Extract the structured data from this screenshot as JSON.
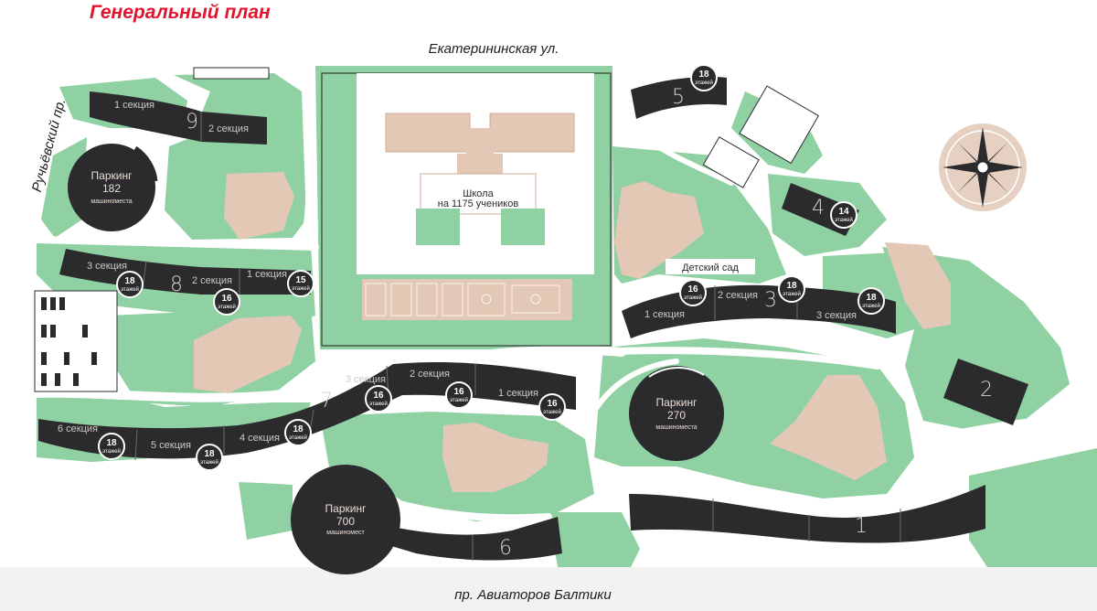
{
  "title": "Генеральный план",
  "streets": {
    "north": "Екатерининская ул.",
    "west": "Ручьёвский пр.",
    "south": "пр. Авиаторов Балтики"
  },
  "colors": {
    "green": "#8fd1a2",
    "beige": "#e3c8b5",
    "dark": "#2b2b2d",
    "title": "#e0142e"
  },
  "school": {
    "name": "Школа",
    "capacity": "на 1175 учеников"
  },
  "kindergarten": {
    "name": "Детский сад"
  },
  "parkings": [
    {
      "name": "Паркинг",
      "spaces": "182",
      "unit": "машиноместа"
    },
    {
      "name": "Паркинг",
      "spaces": "270",
      "unit": "машиноместа"
    },
    {
      "name": "Паркинг",
      "spaces": "700",
      "unit": "машиномест"
    }
  ],
  "buildings": {
    "b1": {
      "number": "1"
    },
    "b2": {
      "number": "2"
    },
    "b3": {
      "number": "3",
      "sections": [
        "1 секция",
        "2 секция",
        "3 секция"
      ]
    },
    "b4": {
      "number": "4"
    },
    "b5": {
      "number": "5"
    },
    "b6": {
      "number": "6"
    },
    "b7": {
      "number": "7",
      "sections": [
        "1 секция",
        "2 секция",
        "3 секция"
      ]
    },
    "b8": {
      "number": "8",
      "sections": [
        "1 секция",
        "2 секция",
        "3 секция"
      ]
    },
    "b9": {
      "number": "9",
      "sections": [
        "1 секция",
        "2 секция"
      ]
    },
    "b1to6": {
      "sections": [
        "4 секция",
        "5 секция",
        "6 секция"
      ]
    }
  },
  "floor_unit": "этажей",
  "floors": {
    "b5": "18",
    "b4": "14",
    "b8s1": "15",
    "b8s2": "16",
    "b8s3": "18",
    "b3s1": "16",
    "b3s2": "18",
    "b3s3": "18",
    "b7s1": "16",
    "b7s2": "16",
    "b7s3": "16",
    "b7s4": "18",
    "b7s5": "18",
    "b7s6": "18"
  }
}
